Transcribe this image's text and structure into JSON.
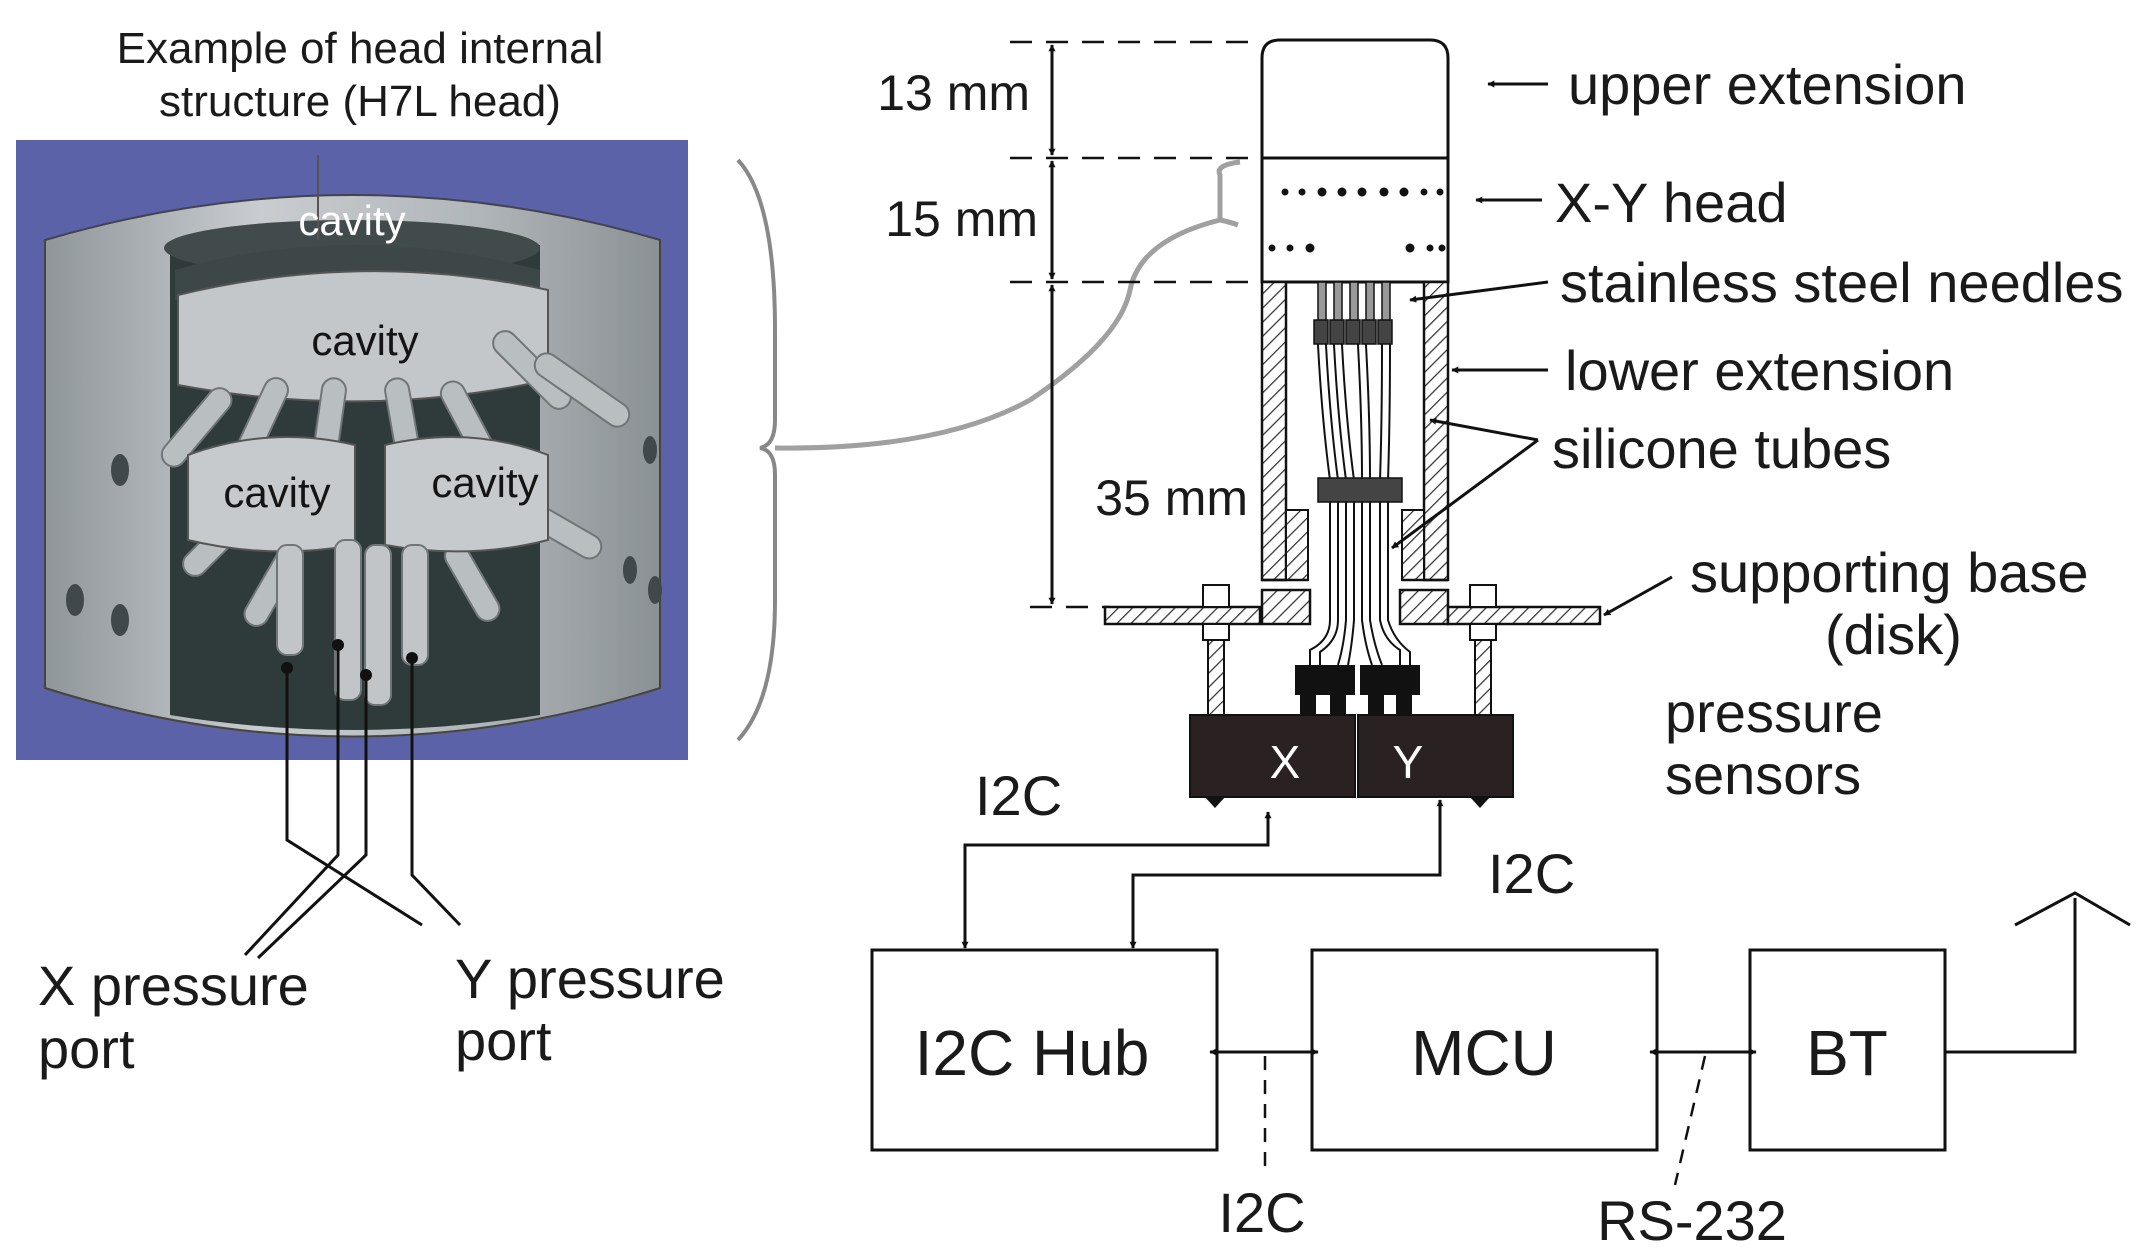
{
  "head_figure": {
    "title_line1": "Example of head internal",
    "title_line2": "structure (H7L head)",
    "cavity_top": "cavity",
    "cavity_middle": "cavity",
    "cavity_left": "cavity",
    "cavity_right": "cavity",
    "x_port_line1": "X pressure",
    "x_port_line2": "port",
    "y_port_line1": "Y pressure",
    "y_port_line2": "port"
  },
  "probe": {
    "dim_upper": "13 mm",
    "dim_head": "15 mm",
    "dim_lower": "35 mm",
    "label_upper_extension": "upper extension",
    "label_xy_head": "X-Y head",
    "label_needles": "stainless steel needles",
    "label_lower_extension": "lower extension",
    "label_silicone_tubes": "silicone tubes",
    "label_base_line1": "supporting base",
    "label_base_line2": "(disk)",
    "label_sensors_line1": "pressure",
    "label_sensors_line2": "sensors",
    "sensor_x": "X",
    "sensor_y": "Y"
  },
  "block_diagram": {
    "i2c_left": "I2C",
    "i2c_right": "I2C",
    "hub": "I2C Hub",
    "mcu": "MCU",
    "bt": "BT",
    "bus_i2c": "I2C",
    "bus_rs232": "RS-232"
  },
  "colors": {
    "render_bg": "#5b62a8",
    "metal": "#b7bcc0",
    "cavity_dark": "#2f3a3a",
    "sensor": "#2a2222"
  }
}
